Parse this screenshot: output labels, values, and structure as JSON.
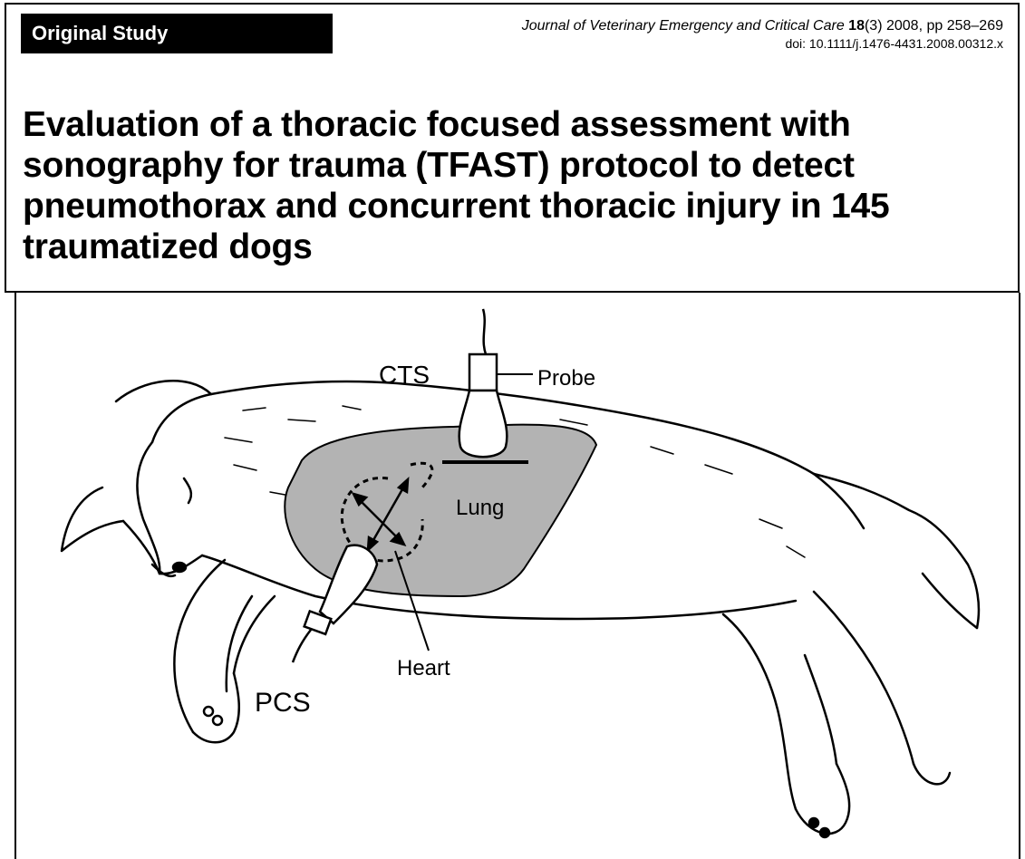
{
  "header": {
    "badge": "Original Study",
    "journal_name": "Journal of Veterinary Emergency and Critical Care",
    "volume": "18",
    "issue": "(3)",
    "year_pages": " 2008, pp 258–269",
    "doi": "doi: 10.1111/j.1476-4431.2008.00312.x"
  },
  "title": "Evaluation of a thoracic focused assessment with sonography for trauma (TFAST) protocol to detect pneumothorax and concurrent thoracic injury in 145 traumatized dogs",
  "figure": {
    "labels": {
      "cts": "CTS",
      "probe": "Probe",
      "lung": "Lung",
      "heart": "Heart",
      "pcs": "PCS"
    },
    "colors": {
      "lung_fill": "#b3b3b3",
      "ink": "#000000"
    }
  }
}
